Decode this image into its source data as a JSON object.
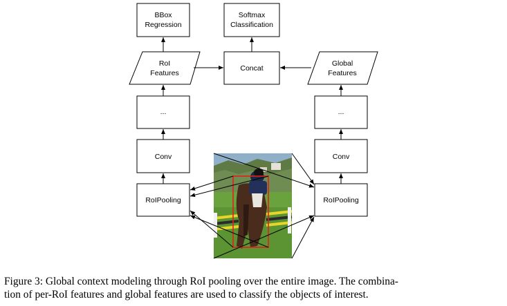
{
  "diagram": {
    "bbox_regression": [
      "BBox",
      "Regression"
    ],
    "softmax_classification": [
      "Softmax",
      "Classification"
    ],
    "roi_features": [
      "RoI",
      "Features"
    ],
    "concat": "Concat",
    "global_features": [
      "Global",
      "Features"
    ],
    "ellipsis_left": "...",
    "ellipsis_right": "...",
    "conv_left": "Conv",
    "conv_right": "Conv",
    "roipooling_left": "RoIPooling",
    "roipooling_right": "RoIPooling"
  },
  "photo": {
    "subject": "horse-and-rider-jumping-photo",
    "roi_box_color": "#e0201c"
  },
  "caption": {
    "line1": "Figure 3: Global context modeling through RoI pooling over the entire image. The combina-",
    "line2": "tion of per-RoI features and global features are used to classify the objects of interest."
  }
}
